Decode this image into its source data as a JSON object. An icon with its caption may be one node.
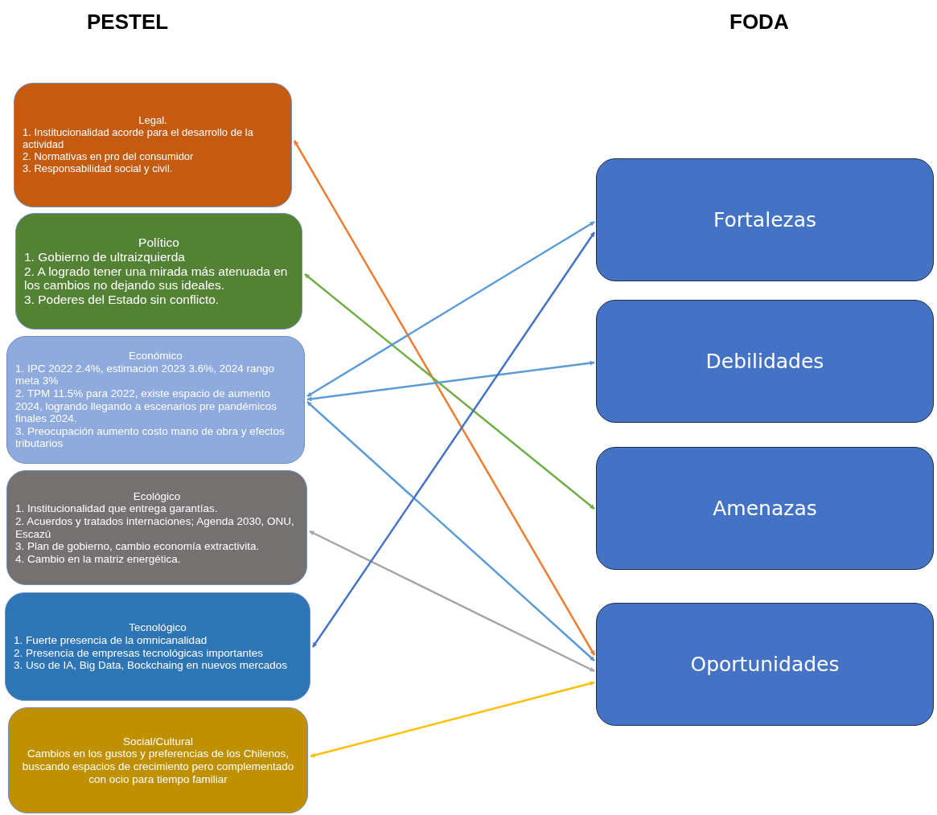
{
  "diagram": {
    "nodes": [
      {
        "text": [
          "Legal.",
          "1. Institucionalidad acorde para el desarrollo de la actividad",
          "2. Normativas en pro del consumidor",
          "3. Responsabilidad social y civil."
        ]
      },
      {
        "text": [
          "Político",
          "1. Gobierno de ultraizquierda",
          "2. A logrado tener una mirada más atenuada en los cambios no dejando sus ideales.",
          "3. Poderes del Estado sin conflicto."
        ]
      },
      {
        "text": [
          "Económico",
          "1. IPC 2022 2.4%, estimación 2023 3.6%, 2024 rango meta 3%",
          "2. TPM 11.5% para 2022, existe espacio de aumento 2024, logrando llegando a escenarios pre pandémicos finales 2024.",
          "3.  Preocupación aumento costo mano de obra y efectos tributarios"
        ]
      },
      {
        "text": [
          "Ecológico",
          "1. Institucionalidad que entrega garantías.",
          "2. Acuerdos y tratados internaciones; Agenda 2030, ONU, Escazú",
          "3. Plan de gobierno, cambio economía extractivita.",
          "4. Cambio en la matriz energética."
        ]
      },
      {
        "text": [
          "Tecnológico",
          "1. Fuerte presencia de la omnicanalidad",
          "2. Presencia de empresas tecnológicas importantes",
          "3. Uso de IA, Big Data, Bockchaing en nuevos mercados"
        ]
      },
      {
        "text": [
          "Social/Cultural",
          "Cambios en los gustos y preferencias de los Chilenos, buscando espacios de crecimiento pero complementado con ocio para tiempo familiar"
        ]
      },
      {
        "text": [
          "Fortalezas"
        ]
      },
      {
        "text": [
          "Debilidades"
        ]
      },
      {
        "text": [
          "Amenazas"
        ]
      },
      {
        "text": [
          "Oportunidades"
        ]
      }
    ],
    "edges": [
      {
        "from": 0,
        "to": 9,
        "arrow": "both",
        "color": "#ed7d31"
      },
      {
        "from": 1,
        "to": 8,
        "arrow": "both",
        "color": "#70ad47"
      },
      {
        "from": 2,
        "to": 6,
        "arrow": "both",
        "color": "#5b9bd5"
      },
      {
        "from": 2,
        "to": 7,
        "arrow": "both",
        "color": "#5b9bd5"
      },
      {
        "from": 2,
        "to": 9,
        "arrow": "both",
        "color": "#5b9bd5"
      },
      {
        "from": 3,
        "to": 9,
        "arrow": "both",
        "color": "#a5a5a5"
      },
      {
        "from": 4,
        "to": 6,
        "arrow": "both",
        "color": "#4472c4"
      },
      {
        "from": 5,
        "to": 9,
        "arrow": "both",
        "color": "#ffc000"
      }
    ],
    "labels": [
      "PESTEL",
      "FODA"
    ]
  }
}
